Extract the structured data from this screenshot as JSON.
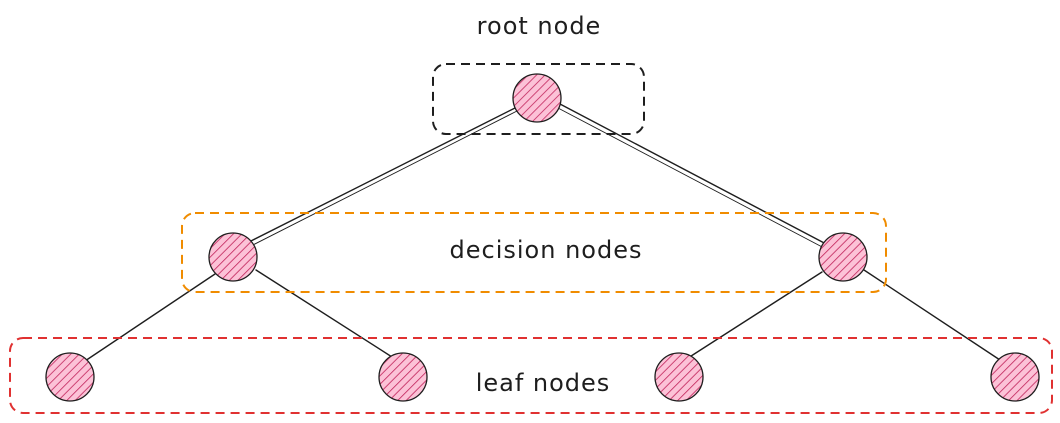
{
  "labels": {
    "root": "root node",
    "decision": "decision nodes",
    "leaf": "leaf nodes"
  },
  "colors": {
    "root_box": "#1e1e1e",
    "decision_box": "#f08c00",
    "leaf_box": "#e03131",
    "node_fill": "#fcc2d7",
    "node_hatch": "#c2255c",
    "stroke": "#1e1e1e"
  }
}
